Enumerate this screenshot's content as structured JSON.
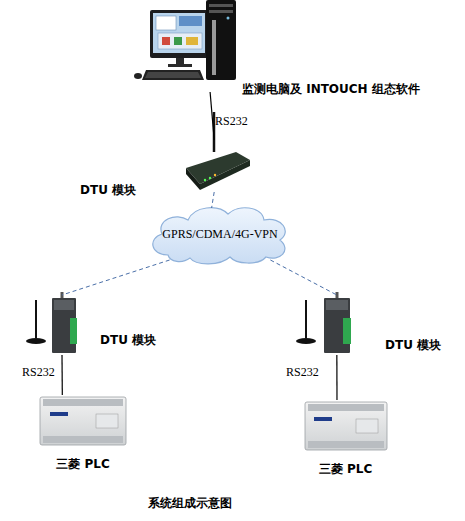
{
  "diagram": {
    "caption": "系统组成示意图",
    "nodes": [
      {
        "text": [
          "监测电脑及 INTOUCH 组态软件"
        ]
      },
      {
        "text": [
          "DTU 模块"
        ]
      },
      {
        "text": [
          "GPRS/CDMA/4G-VPN"
        ]
      },
      {
        "text": [
          "DTU 模块"
        ]
      },
      {
        "text": [
          "DTU 模块"
        ]
      },
      {
        "text": [
          "三菱 PLC"
        ]
      },
      {
        "text": [
          "三菱 PLC"
        ]
      }
    ],
    "edges": [
      {
        "from": 0,
        "to": 1,
        "label": "RS232",
        "arrow": "none"
      },
      {
        "from": 1,
        "to": 2,
        "arrow": "none"
      },
      {
        "from": 2,
        "to": 3,
        "arrow": "none"
      },
      {
        "from": 2,
        "to": 4,
        "arrow": "none"
      },
      {
        "from": 3,
        "to": 5,
        "label": "RS232",
        "arrow": "none"
      },
      {
        "from": 4,
        "to": 6,
        "label": "RS232",
        "arrow": "none"
      }
    ]
  }
}
